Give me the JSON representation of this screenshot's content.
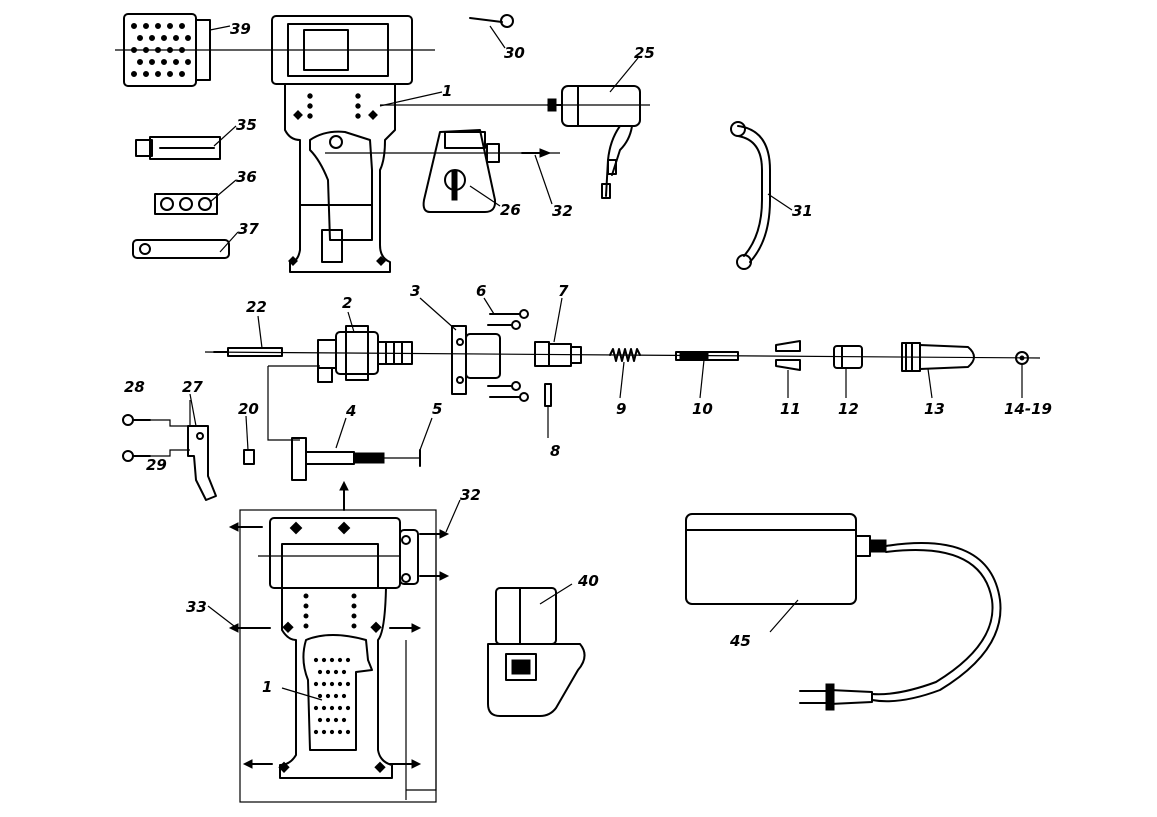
{
  "diagram": {
    "line_color": "#000000",
    "background": "#ffffff",
    "labels": {
      "l39": "39",
      "l30": "30",
      "l1a": "1",
      "l25": "25",
      "l35": "35",
      "l36": "36",
      "l37": "37",
      "l26": "26",
      "l32a": "32",
      "l31": "31",
      "l22": "22",
      "l2": "2",
      "l3": "3",
      "l6": "6",
      "l7": "7",
      "l28": "28",
      "l27": "27",
      "l20": "20",
      "l4": "4",
      "l5": "5",
      "l9": "9",
      "l10": "10",
      "l11": "11",
      "l12": "12",
      "l13": "13",
      "l1419": "14-19",
      "l8": "8",
      "l29": "29",
      "l32b": "32",
      "l40": "40",
      "l33": "33",
      "l45": "45",
      "l1b": "1"
    }
  }
}
